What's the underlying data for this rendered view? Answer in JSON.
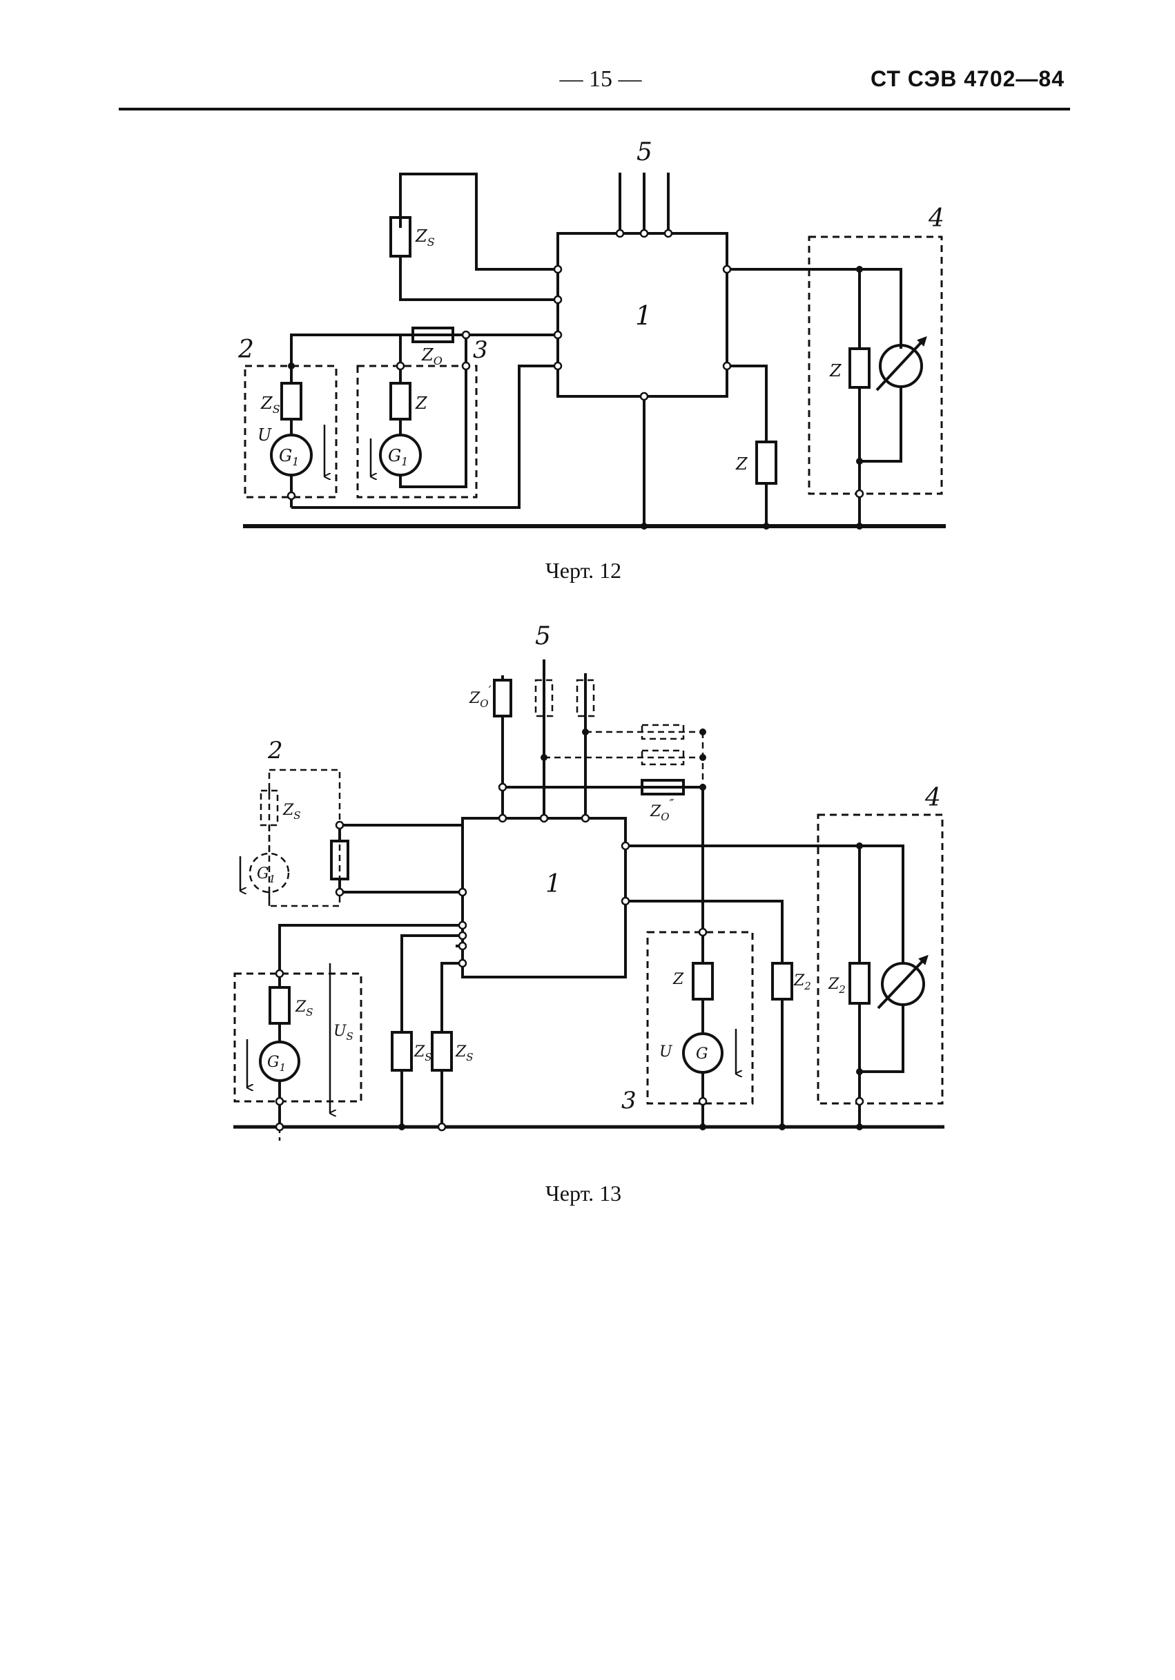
{
  "header": {
    "page_number": "— 15 —",
    "doc_code": "СТ СЭВ 4702—84"
  },
  "figure12": {
    "caption": "Черт. 12",
    "labels": {
      "n1": "1",
      "n2": "2",
      "n3": "3",
      "n4": "4",
      "n5": "5",
      "zs_top": "Z",
      "zs_top_sub": "S",
      "zs_left": "Z",
      "zs_left_sub": "S",
      "zo": "Z",
      "zo_sub": "O",
      "z_mid": "Z",
      "z_right": "Z",
      "z_meter": "Z",
      "u": "U",
      "g1a": "G",
      "g1a_sub": "1",
      "g1b": "G",
      "g1b_sub": "1"
    }
  },
  "figure13": {
    "caption": "Черт. 13",
    "labels": {
      "n1": "1",
      "n2": "2",
      "n3": "3",
      "n4": "4",
      "n5": "5",
      "zo1": "Z",
      "zo1_sub": "O",
      "zo1_mark": "′",
      "zo2": "Z",
      "zo2_sub": "O",
      "zo2_mark": "″",
      "zs_dash": "Z",
      "zs_dash_sub": "S",
      "g1_dash": "G",
      "g1_dash_sub": "1",
      "zs_gen": "Z",
      "zs_gen_sub": "S",
      "g1_gen": "G",
      "g1_gen_sub": "1",
      "us": "U",
      "us_sub": "S",
      "zs_a": "Z",
      "zs_a_sub": "S",
      "zs_b": "Z",
      "zs_b_sub": "S",
      "z_mid": "Z",
      "u": "U",
      "g": "G",
      "z2a": "Z",
      "z2a_sub": "2",
      "z2b": "Z",
      "z2b_sub": "2"
    }
  }
}
